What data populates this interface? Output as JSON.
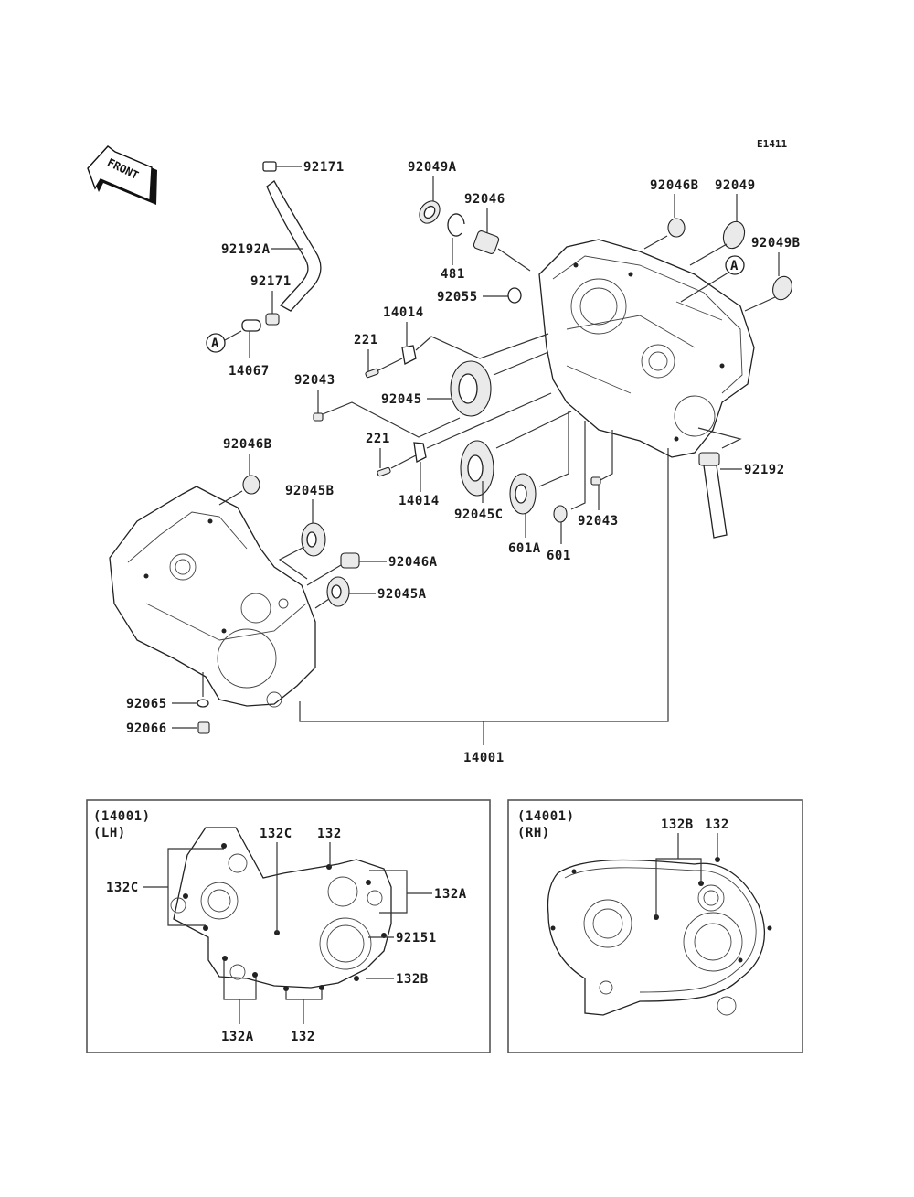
{
  "diagram": {
    "code": "E1411",
    "front_label": "FRONT",
    "ref_marker": "A",
    "parts": {
      "p92171_top": "92171",
      "p92192A": "92192A",
      "p92171_mid": "92171",
      "p14067": "14067",
      "p92049A": "92049A",
      "p92046": "92046",
      "p481": "481",
      "p92055": "92055",
      "p92046B_top": "92046B",
      "p92049": "92049",
      "p92049B": "92049B",
      "p14014_top": "14014",
      "p221_top": "221",
      "p92043_left": "92043",
      "p92045": "92045",
      "p221_bot": "221",
      "p14014_bot": "14014",
      "p92045C": "92045C",
      "p601A": "601A",
      "p601": "601",
      "p92043_right": "92043",
      "p92192": "92192",
      "p92046B_left": "92046B",
      "p92045B": "92045B",
      "p92046A": "92046A",
      "p92045A": "92045A",
      "p92065": "92065",
      "p92066": "92066",
      "p14001": "14001"
    },
    "inset_lh": {
      "title_line1": "(14001)",
      "title_line2": "(LH)",
      "labels": {
        "l132C_top": "132C",
        "l132_top": "132",
        "l132C_left": "132C",
        "l132A_right": "132A",
        "l92151": "92151",
        "l132B": "132B",
        "l132A_bottom": "132A",
        "l132_bottom": "132"
      }
    },
    "inset_rh": {
      "title_line1": "(14001)",
      "title_line2": "(RH)",
      "labels": {
        "l132B": "132B",
        "l132": "132"
      }
    }
  }
}
